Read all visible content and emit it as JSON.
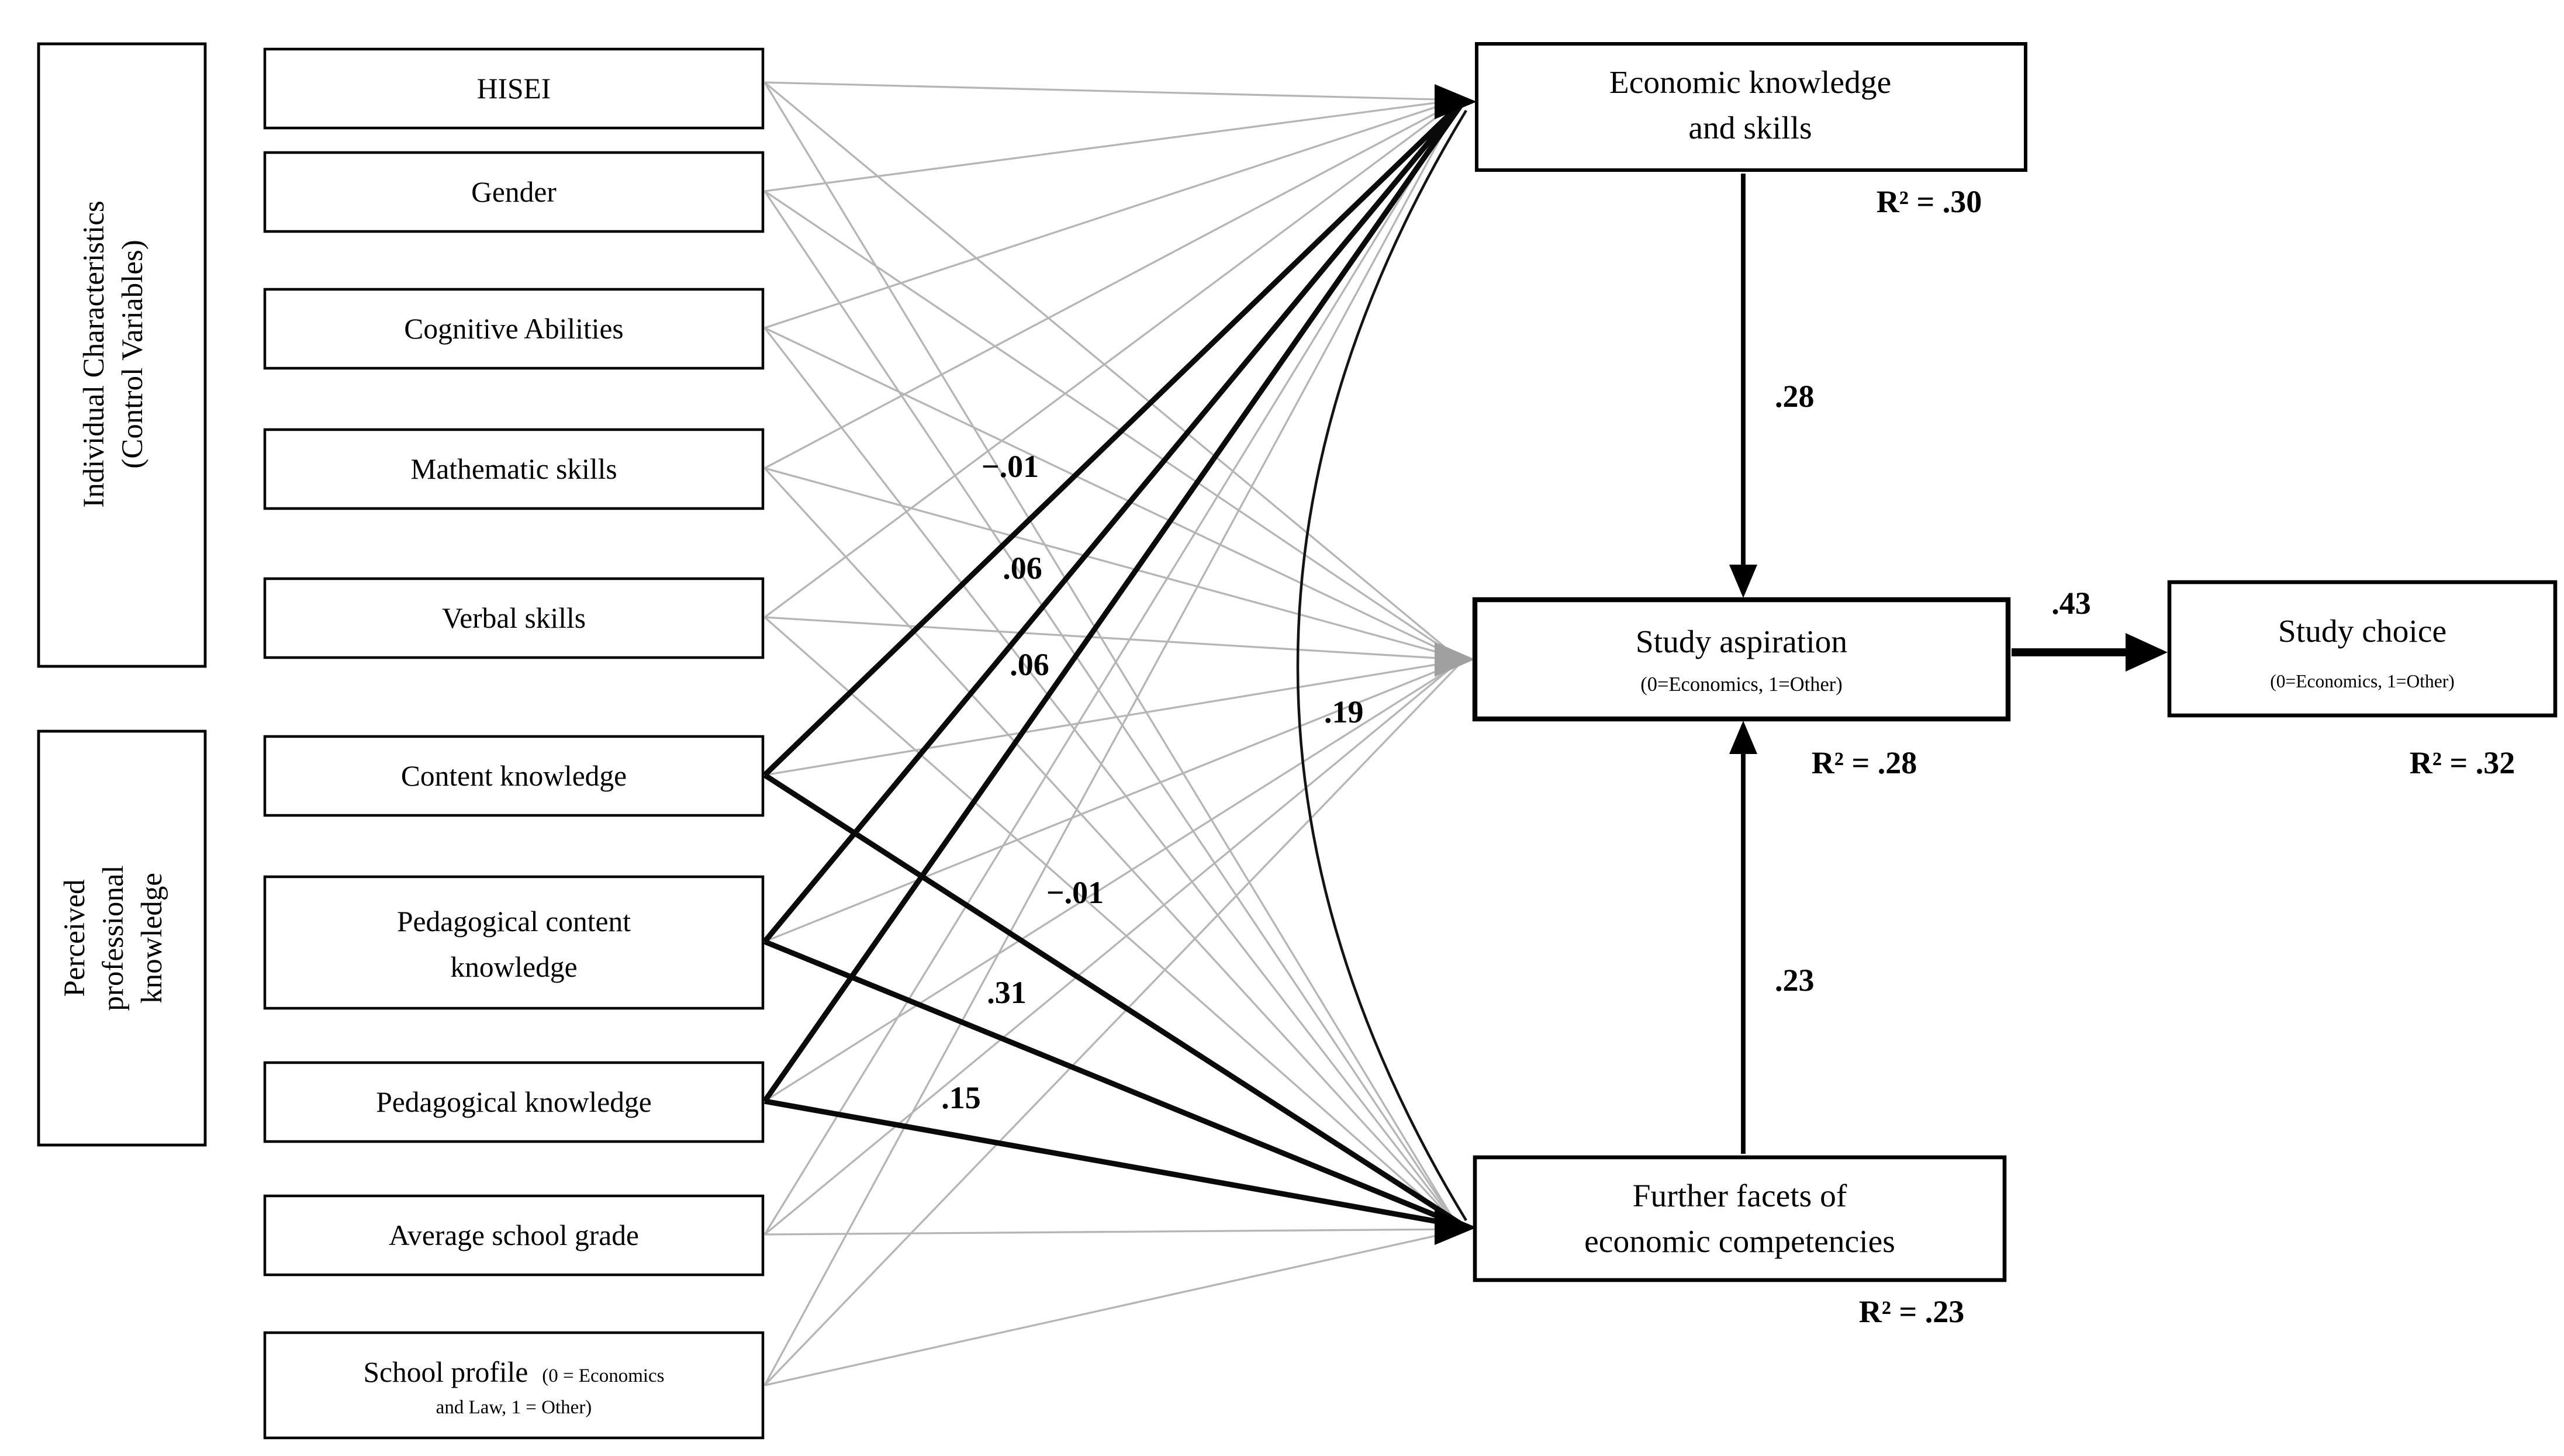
{
  "figure": {
    "groups": {
      "individual": {
        "line1": "Individual Characteristics",
        "line2": "(Control Variables)"
      },
      "perceived": {
        "line1": "Perceived",
        "line2": "professional",
        "line3": "knowledge"
      }
    },
    "predictors": {
      "hisei": "HISEI",
      "gender": "Gender",
      "cognitive": "Cognitive Abilities",
      "math": "Mathematic skills",
      "verbal": "Verbal skills",
      "content": "Content knowledge",
      "pck_line1": "Pedagogical content",
      "pck_line2": "knowledge",
      "pedagogical": "Pedagogical knowledge",
      "grade": "Average school grade",
      "school_profile": "School profile",
      "school_profile_sub1": "(0 = Economics",
      "school_profile_sub2": "and Law, 1 = Other)"
    },
    "outcomes": {
      "economic_line1": "Economic knowledge",
      "economic_line2": "and skills",
      "economic_r2": "R² = .30",
      "aspiration": "Study aspiration",
      "aspiration_sub": "(0=Economics, 1=Other)",
      "aspiration_r2": "R² = .28",
      "choice": "Study choice",
      "choice_sub": "(0=Economics, 1=Other)",
      "choice_r2": "R² = .32",
      "further_line1": "Further facets of",
      "further_line2": "economic competencies",
      "further_r2": "R² = .23"
    },
    "coefficients": {
      "content_to_economic": "−.01",
      "pck_to_economic": ".06",
      "pedagogical_to_economic": ".06",
      "correlation_economic_further": ".19",
      "content_to_further": "−.01",
      "pck_to_further": ".31",
      "pedagogical_to_further": ".15",
      "economic_to_aspiration": ".28",
      "further_to_aspiration": ".23",
      "aspiration_to_choice": ".43"
    },
    "colors": {
      "significant_path": "#0a0a0a",
      "nonsignificant_path": "#b5b5b5",
      "gray_arrowhead": "#a0a0a0"
    }
  }
}
